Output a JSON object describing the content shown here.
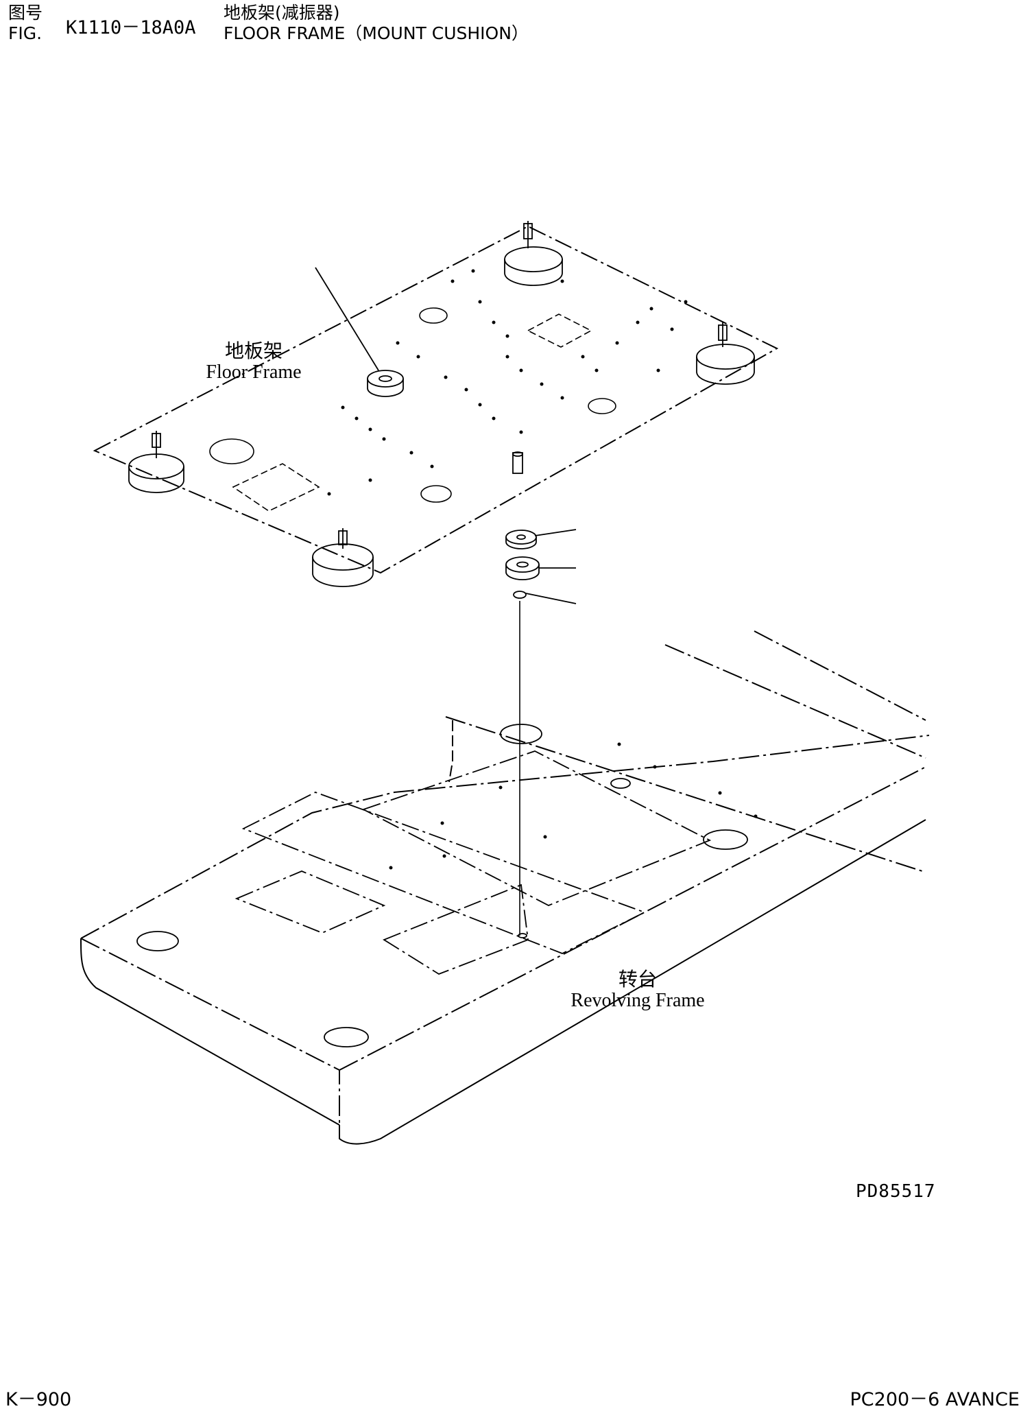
{
  "header": {
    "fig_cn": "图号",
    "fig_en": "FIG.",
    "fig_number": "K1110－18A0A",
    "title_cn": "地板架(减振器)",
    "title_en": "FLOOR FRAME（MOUNT CUSHION）"
  },
  "diagram": {
    "floor_frame_label_cn": "地板架",
    "floor_frame_label_en": "Floor Frame",
    "revolving_frame_label_cn": "转台",
    "revolving_frame_label_en": "Revolving Frame",
    "reference": "PD85517"
  },
  "footer": {
    "page": "K－900",
    "model": "PC200－6 AVANCE"
  }
}
